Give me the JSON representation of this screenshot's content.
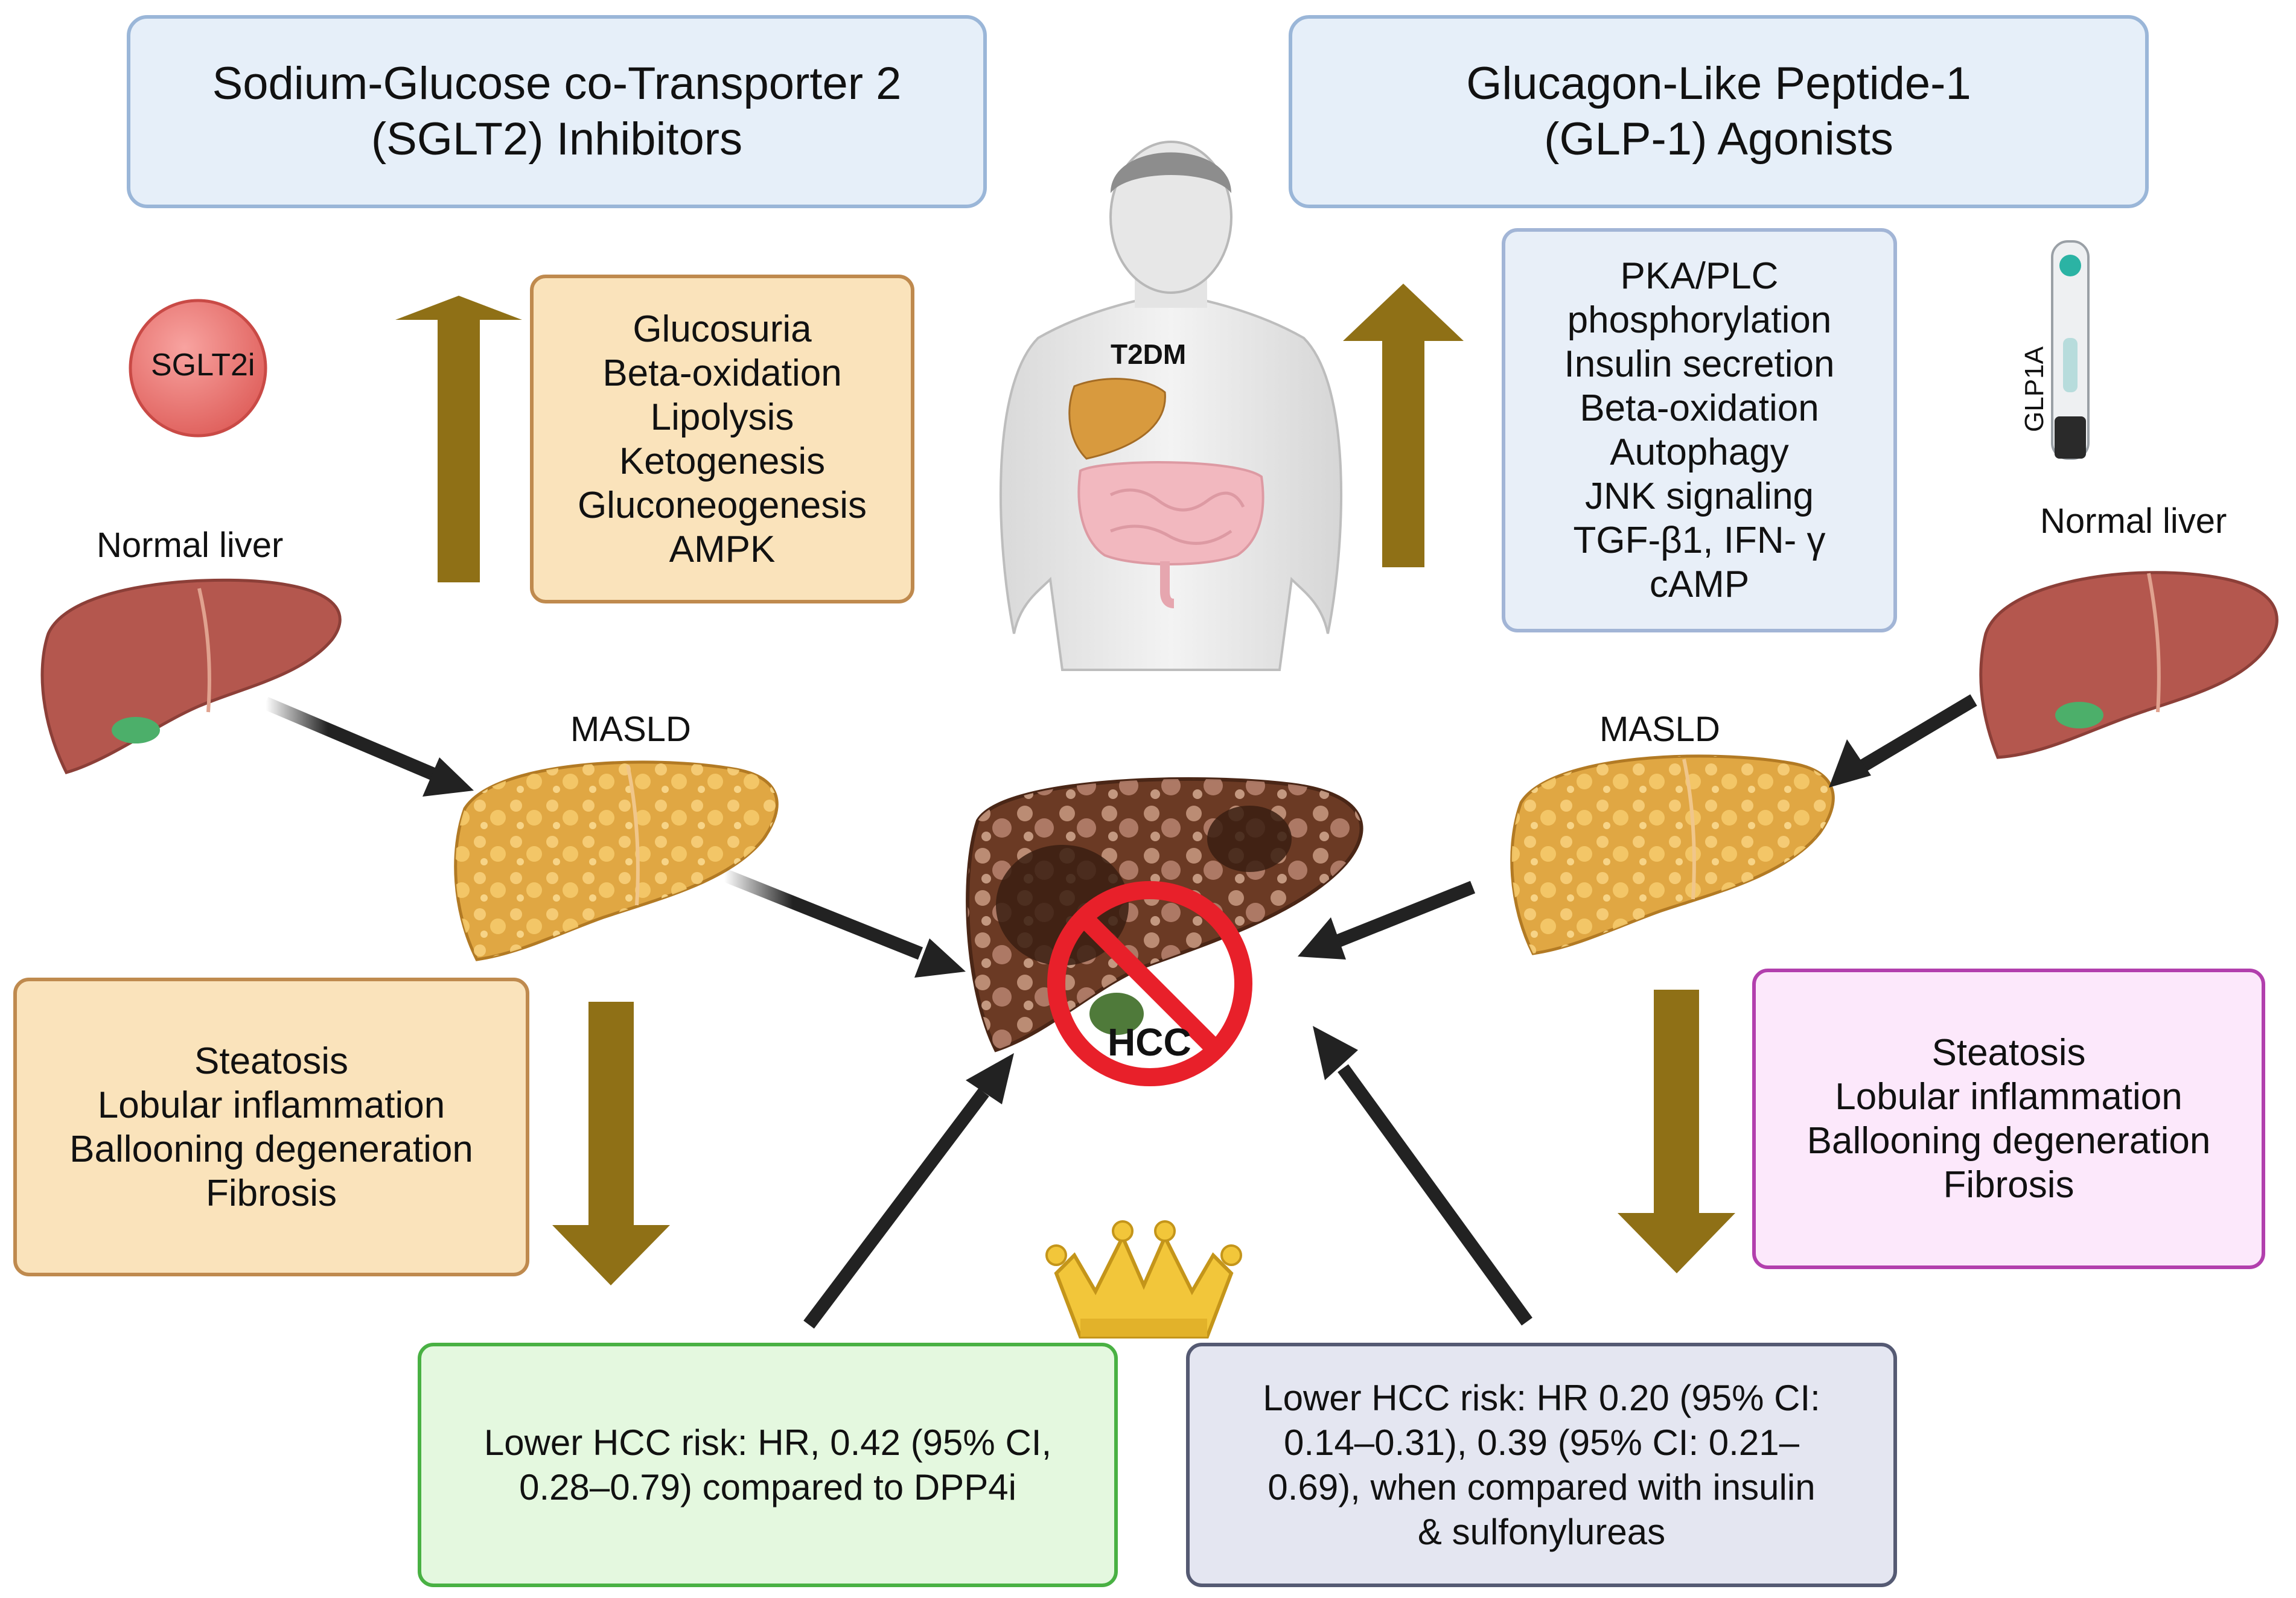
{
  "sglt2_title": {
    "line1": "Sodium-Glucose co-Transporter 2",
    "line2": "(SGLT2) Inhibitors"
  },
  "glp1_title": {
    "line1": "Glucagon-Like Peptide-1",
    "line2": "(GLP-1) Agonists"
  },
  "sglt2_pill_label": "SGLT2i",
  "glp1_pen_label": "GLP1A",
  "person_label": "T2DM",
  "sglt2_effects": [
    "Glucosuria",
    "Beta-oxidation",
    "Lipolysis",
    "Ketogenesis",
    "Gluconeogenesis",
    "AMPK"
  ],
  "glp1_effects": [
    "PKA/PLC",
    "phosphorylation",
    "Insulin secretion",
    "Beta-oxidation",
    "Autophagy",
    "JNK signaling",
    "TGF-β1, IFN- γ",
    "cAMP"
  ],
  "left_normal_liver": "Normal liver",
  "right_normal_liver": "Normal liver",
  "left_masld": "MASLD",
  "right_masld": "MASLD",
  "hcc_label": "HCC",
  "left_histology": [
    "Steatosis",
    "Lobular inflammation",
    "Ballooning degeneration",
    "Fibrosis"
  ],
  "right_histology": [
    "Steatosis",
    "Lobular inflammation",
    "Ballooning degeneration",
    "Fibrosis"
  ],
  "sglt2_outcome": [
    "Lower HCC risk: HR, 0.42 (95% CI,",
    "0.28–0.79) compared to DPP4i"
  ],
  "glp1_outcome": [
    "Lower HCC risk: HR 0.20 (95% CI:",
    "0.14–0.31), 0.39 (95% CI: 0.21–",
    "0.69), when compared with insulin",
    "& sulfonylureas"
  ],
  "colors": {
    "up_down_arrow": "#8f7016",
    "liver_normal": "#b4574e",
    "liver_fatty": "#e0a743",
    "hcc_liver": "#6b3a24",
    "no_sign": "#e8202a",
    "crown": "#f2c63a"
  }
}
